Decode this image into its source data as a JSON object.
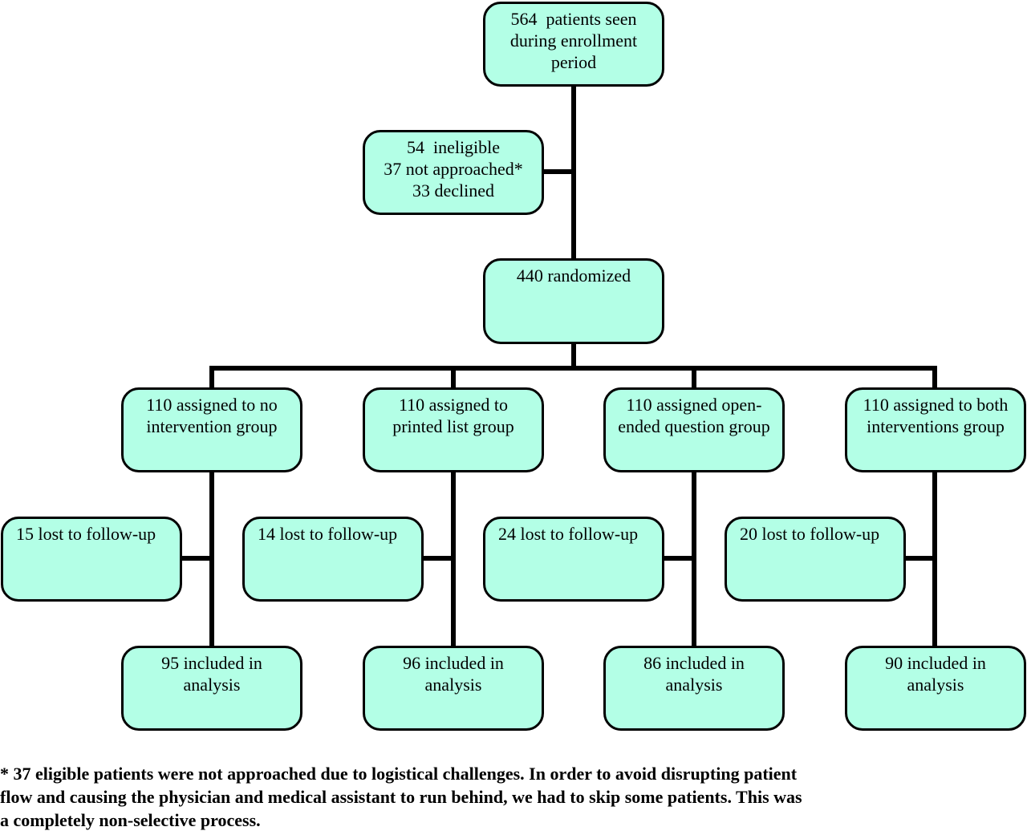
{
  "flowchart": {
    "enrollment": [
      "564  patients seen",
      "during enrollment",
      "period"
    ],
    "excluded": [
      "54  ineligible",
      "37 not approached*",
      "33 declined"
    ],
    "randomized": [
      "440 randomized"
    ],
    "arms": [
      {
        "assigned": [
          "110 assigned to no",
          "intervention group"
        ],
        "lost": [
          "15 lost to follow-up"
        ],
        "analyzed": [
          "95 included in",
          "analysis"
        ]
      },
      {
        "assigned": [
          "110 assigned to",
          "printed list group"
        ],
        "lost": [
          "14 lost to follow-up"
        ],
        "analyzed": [
          "96 included in",
          "analysis"
        ]
      },
      {
        "assigned": [
          "110 assigned open-",
          "ended question group"
        ],
        "lost": [
          "24 lost to follow-up"
        ],
        "analyzed": [
          "86 included in",
          "analysis"
        ]
      },
      {
        "assigned": [
          "110 assigned to both",
          "interventions group"
        ],
        "lost": [
          "20 lost to follow-up"
        ],
        "analyzed": [
          "90 included in",
          "analysis"
        ]
      }
    ]
  },
  "footnote": [
    "* 37 eligible patients were not approached due to logistical challenges. In order to avoid disrupting patient",
    "flow and causing the physician and medical assistant to run behind, we had to skip some patients. This was",
    "a completely non-selective process."
  ],
  "colors": {
    "box_fill": "#b3ffe6",
    "line": "#000000"
  }
}
